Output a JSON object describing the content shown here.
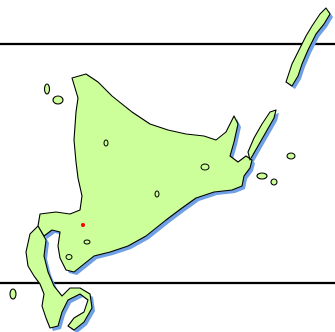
{
  "map": {
    "colors": {
      "land": "#ccff99",
      "outline": "#000000",
      "shadow": "#6fa0e6",
      "frame": "#000000",
      "marker": "#ff0000",
      "background": "#ffffff"
    },
    "features": {
      "main_island": "land-mass",
      "southern_peninsula": "land-mass",
      "northeast_chain": "island-chain",
      "lakes": "lake-outlines",
      "location_marker": "red-dot"
    }
  }
}
